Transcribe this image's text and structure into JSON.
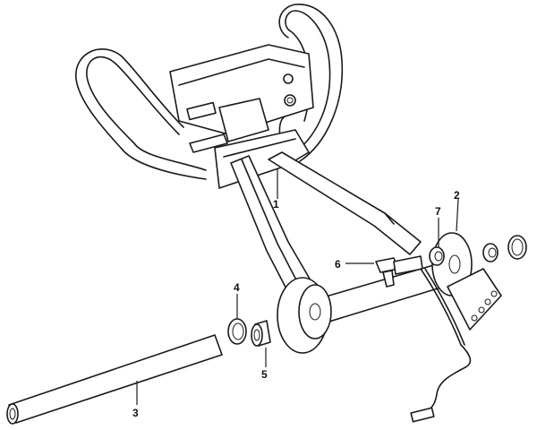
{
  "diagram": {
    "callouts": [
      {
        "id": "1",
        "text": "1"
      },
      {
        "id": "2",
        "text": "2"
      },
      {
        "id": "3",
        "text": "3"
      },
      {
        "id": "4",
        "text": "4"
      },
      {
        "id": "5",
        "text": "5"
      },
      {
        "id": "6",
        "text": "6"
      },
      {
        "id": "7",
        "text": "7"
      }
    ],
    "colors": {
      "line": "#1a1a1a",
      "background": "#ffffff"
    }
  }
}
